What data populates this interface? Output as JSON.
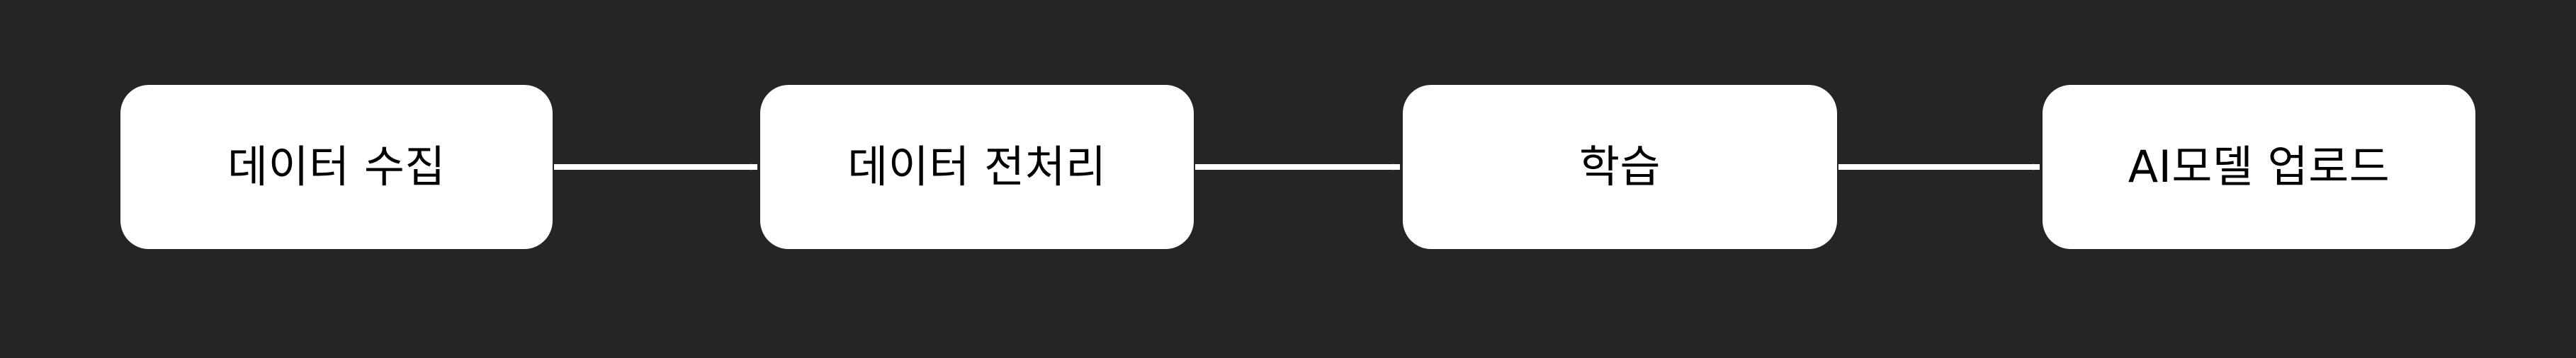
{
  "diagram": {
    "type": "flowchart",
    "direction": "left-to-right",
    "background_color": "#252525",
    "node_fill_color": "#ffffff",
    "node_text_color": "#000000",
    "edge_color": "#ffffff",
    "title": "",
    "nodes": [
      {
        "id": "data-collection",
        "label": "데이터 수집"
      },
      {
        "id": "data-preprocess",
        "label": "데이터 전처리"
      },
      {
        "id": "training",
        "label": "학습"
      },
      {
        "id": "model-upload",
        "label": "AI모델 업로드"
      }
    ],
    "edges": [
      {
        "id": "edge-1",
        "from": "data-collection",
        "to": "data-preprocess",
        "label": "",
        "arrowhead": "solid-triangle"
      },
      {
        "id": "edge-2",
        "from": "data-preprocess",
        "to": "training",
        "label": "",
        "arrowhead": "solid-triangle"
      },
      {
        "id": "edge-3",
        "from": "training",
        "to": "model-upload",
        "label": "",
        "arrowhead": "solid-triangle"
      }
    ]
  }
}
